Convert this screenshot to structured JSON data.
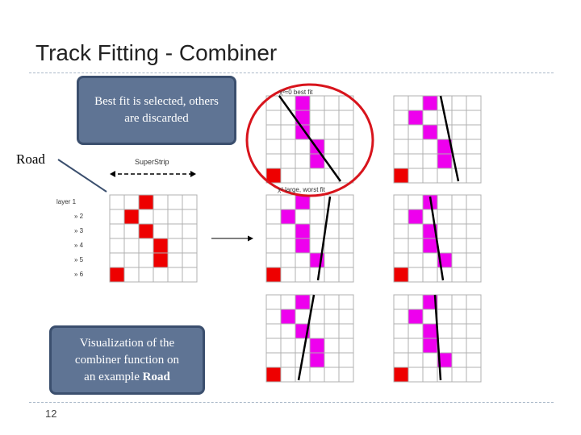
{
  "slide": {
    "title": "Track Fitting - Combiner",
    "page_number": "12"
  },
  "callouts": {
    "best_fit": "Best fit is selected, others are discarded",
    "visualization_line1": "Visualization of the",
    "visualization_line2": "combiner function on",
    "visualization_line3": "an example",
    "visualization_bold": "Road"
  },
  "labels": {
    "road": "Road",
    "superstrip": "SuperStrip",
    "best_fit": "χ²≈0 best fit",
    "worst_fit": "χ² large, worst fit"
  },
  "layers": [
    "layer 1",
    "» 2",
    "» 3",
    "» 4",
    "» 5",
    "» 6"
  ],
  "colors": {
    "red_cell": "#ee0000",
    "magenta_cell": "#ee00ee",
    "highlight_circle": "#d8141c",
    "callout_fill": "#5f7494"
  },
  "road_hits": [
    2,
    1,
    2,
    3,
    3,
    0
  ],
  "combinations": [
    {
      "hits": [
        2,
        2,
        2,
        3,
        3,
        0
      ],
      "selected": [
        1,
        1,
        1,
        1,
        1,
        0
      ]
    },
    {
      "hits": [
        2,
        1,
        2,
        3,
        3,
        0
      ],
      "selected": [
        1,
        1,
        1,
        1,
        1,
        0
      ]
    },
    {
      "hits": [
        2,
        1,
        2,
        2,
        3,
        0
      ],
      "selected": [
        1,
        1,
        1,
        1,
        1,
        0
      ]
    },
    {
      "hits": [
        2,
        1,
        2,
        2,
        3,
        0
      ],
      "selected": [
        1,
        1,
        1,
        1,
        1,
        0
      ]
    },
    {
      "hits": [
        2,
        1,
        2,
        3,
        3,
        0
      ],
      "selected": [
        1,
        1,
        1,
        1,
        1,
        0
      ]
    },
    {
      "hits": [
        2,
        1,
        2,
        2,
        3,
        0
      ],
      "selected": [
        1,
        1,
        1,
        1,
        1,
        0
      ]
    }
  ]
}
